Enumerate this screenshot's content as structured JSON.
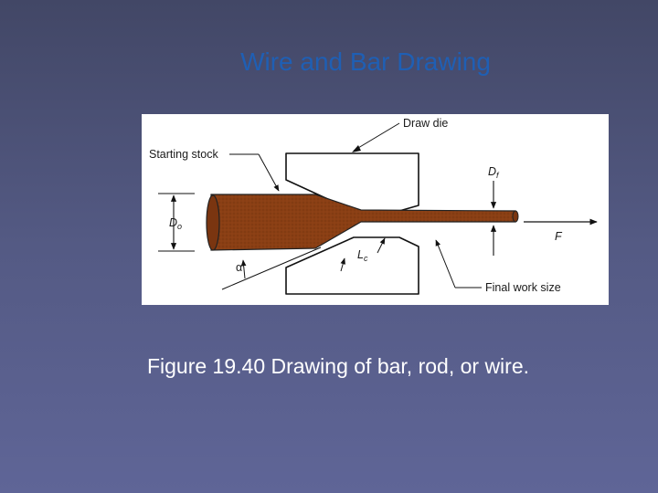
{
  "slide": {
    "title": "Wire and Bar Drawing",
    "caption": "Figure 19.40  Drawing of bar, rod, or wire."
  },
  "diagram": {
    "labels": {
      "draw_die": "Draw die",
      "starting_stock": "Starting stock",
      "d_o": "D",
      "d_o_sub": "o",
      "d_f": "D",
      "d_f_sub": "f",
      "force": "F",
      "l_c": "L",
      "l_c_sub": "c",
      "alpha": "α",
      "final_work_size": "Final work size"
    }
  },
  "colors": {
    "title": "#1f5fb4",
    "stock": "#8a3f14",
    "die_fill": "#ffffff",
    "die_stroke": "#111111"
  }
}
